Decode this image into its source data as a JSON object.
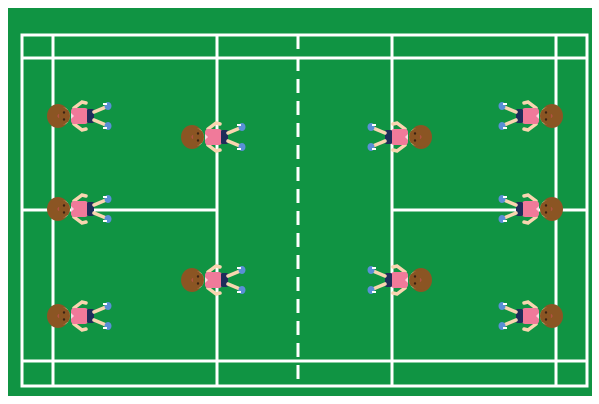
{
  "court": {
    "surface_color": "#109443",
    "line_color": "#ffffff"
  },
  "players": {
    "count": 10,
    "palette": {
      "hair": "#8b5523",
      "skin": "#f9d5b0",
      "shirt": "#f07a9a",
      "shorts": "#1e2d5a",
      "shoes": "#5a8fd6"
    },
    "roster": [
      {
        "side": "left",
        "facing": "right"
      },
      {
        "side": "left",
        "facing": "right"
      },
      {
        "side": "left",
        "facing": "right"
      },
      {
        "side": "left",
        "facing": "right"
      },
      {
        "side": "left",
        "facing": "right"
      },
      {
        "side": "right",
        "facing": "left"
      },
      {
        "side": "right",
        "facing": "left"
      },
      {
        "side": "right",
        "facing": "left"
      },
      {
        "side": "right",
        "facing": "left"
      },
      {
        "side": "right",
        "facing": "left"
      }
    ]
  }
}
